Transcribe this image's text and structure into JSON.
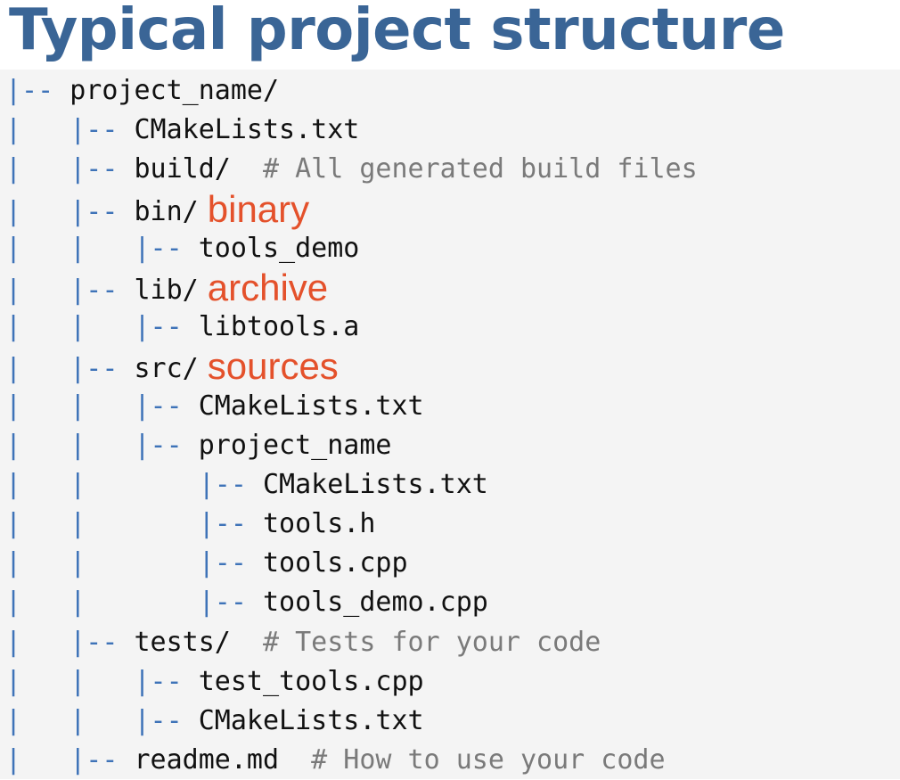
{
  "title": "Typical project structure",
  "colors": {
    "title": "#3a6596",
    "tree_connector": "#3e73b8",
    "annotation": "#e4512b",
    "comment": "#7a7a7a",
    "code_background": "#f4f4f4"
  },
  "tree": [
    {
      "prefix": "|-- ",
      "name": "project_name/",
      "comment": "",
      "annotation": ""
    },
    {
      "prefix": "|   |-- ",
      "name": "CMakeLists.txt",
      "comment": "",
      "annotation": ""
    },
    {
      "prefix": "|   |-- ",
      "name": "build/",
      "comment": "  # All generated build files",
      "annotation": ""
    },
    {
      "prefix": "|   |-- ",
      "name": "bin/",
      "comment": "",
      "annotation": "binary"
    },
    {
      "prefix": "|   |   |-- ",
      "name": "tools_demo",
      "comment": "",
      "annotation": ""
    },
    {
      "prefix": "|   |-- ",
      "name": "lib/",
      "comment": "",
      "annotation": "archive"
    },
    {
      "prefix": "|   |   |-- ",
      "name": "libtools.a",
      "comment": "",
      "annotation": ""
    },
    {
      "prefix": "|   |-- ",
      "name": "src/",
      "comment": "",
      "annotation": "sources"
    },
    {
      "prefix": "|   |   |-- ",
      "name": "CMakeLists.txt",
      "comment": "",
      "annotation": ""
    },
    {
      "prefix": "|   |   |-- ",
      "name": "project_name",
      "comment": "",
      "annotation": ""
    },
    {
      "prefix": "|   |       |-- ",
      "name": "CMakeLists.txt",
      "comment": "",
      "annotation": ""
    },
    {
      "prefix": "|   |       |-- ",
      "name": "tools.h",
      "comment": "",
      "annotation": ""
    },
    {
      "prefix": "|   |       |-- ",
      "name": "tools.cpp",
      "comment": "",
      "annotation": ""
    },
    {
      "prefix": "|   |       |-- ",
      "name": "tools_demo.cpp",
      "comment": "",
      "annotation": ""
    },
    {
      "prefix": "|   |-- ",
      "name": "tests/",
      "comment": "  # Tests for your code",
      "annotation": ""
    },
    {
      "prefix": "|   |   |-- ",
      "name": "test_tools.cpp",
      "comment": "",
      "annotation": ""
    },
    {
      "prefix": "|   |   |-- ",
      "name": "CMakeLists.txt",
      "comment": "",
      "annotation": ""
    },
    {
      "prefix": "|   |-- ",
      "name": "readme.md",
      "comment": "  # How to use your code",
      "annotation": ""
    }
  ]
}
